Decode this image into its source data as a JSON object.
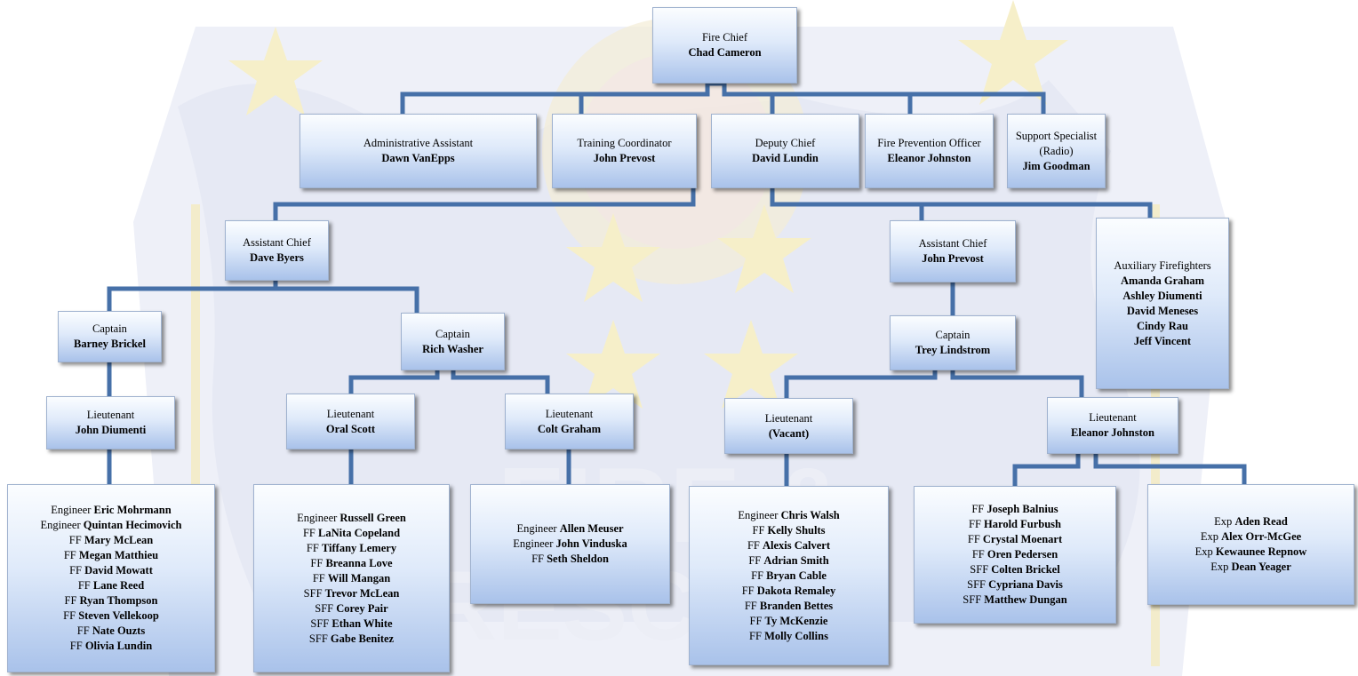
{
  "colors": {
    "connector": "#4670a8",
    "box_top": "#fbfdff",
    "box_bottom": "#a9c2ea"
  },
  "chief": {
    "title": "Fire Chief",
    "name": "Chad Cameron"
  },
  "staff": [
    {
      "title": "Administrative Assistant",
      "name": "Dawn VanEpps"
    },
    {
      "title": "Training Coordinator",
      "name": "John Prevost"
    },
    {
      "title": "Deputy Chief",
      "name": "David Lundin"
    },
    {
      "title": "Fire Prevention Officer",
      "name": "Eleanor Johnston"
    },
    {
      "title": "Support Specialist",
      "title2": "(Radio)",
      "name": "Jim Goodman"
    }
  ],
  "assistant_chiefs": [
    {
      "title": "Assistant Chief",
      "name": "Dave Byers"
    },
    {
      "title": "Assistant Chief",
      "name": "John Prevost"
    }
  ],
  "auxiliary": {
    "title": "Auxiliary Firefighters",
    "members": [
      "Amanda Graham",
      "Ashley Diumenti",
      "David Meneses",
      "Cindy Rau",
      "Jeff Vincent"
    ]
  },
  "captains": [
    {
      "title": "Captain",
      "name": "Barney Brickel"
    },
    {
      "title": "Captain",
      "name": "Rich Washer"
    },
    {
      "title": "Captain",
      "name": "Trey Lindstrom"
    }
  ],
  "lieutenants": [
    {
      "title": "Lieutenant",
      "name": "John Diumenti"
    },
    {
      "title": "Lieutenant",
      "name": "Oral Scott"
    },
    {
      "title": "Lieutenant",
      "name": "Colt Graham"
    },
    {
      "title": "Lieutenant",
      "name": "(Vacant)"
    },
    {
      "title": "Lieutenant",
      "name": "Eleanor Johnston"
    }
  ],
  "crews": [
    [
      {
        "rank": "Engineer",
        "name": "Eric Mohrmann"
      },
      {
        "rank": "Engineer",
        "name": "Quintan Hecimovich"
      },
      {
        "rank": "FF",
        "name": "Mary McLean"
      },
      {
        "rank": "FF",
        "name": "Megan Matthieu"
      },
      {
        "rank": "FF",
        "name": "David Mowatt"
      },
      {
        "rank": "FF",
        "name": "Lane Reed"
      },
      {
        "rank": "FF",
        "name": "Ryan Thompson"
      },
      {
        "rank": "FF",
        "name": "Steven Vellekoop"
      },
      {
        "rank": "FF",
        "name": "Nate Ouzts"
      },
      {
        "rank": "FF",
        "name": "Olivia Lundin"
      }
    ],
    [
      {
        "rank": "Engineer",
        "name": "Russell Green"
      },
      {
        "rank": "FF",
        "name": "LaNita Copeland"
      },
      {
        "rank": "FF",
        "name": "Tiffany Lemery"
      },
      {
        "rank": "FF",
        "name": "Breanna Love"
      },
      {
        "rank": "FF",
        "name": "Will Mangan"
      },
      {
        "rank": "SFF",
        "name": "Trevor McLean"
      },
      {
        "rank": "SFF",
        "name": "Corey Pair"
      },
      {
        "rank": "SFF",
        "name": "Ethan White"
      },
      {
        "rank": "SFF",
        "name": "Gabe Benitez"
      }
    ],
    [
      {
        "rank": "Engineer",
        "name": "Allen Meuser"
      },
      {
        "rank": "Engineer",
        "name": "John Vinduska"
      },
      {
        "rank": "FF",
        "name": "Seth Sheldon"
      }
    ],
    [
      {
        "rank": "Engineer",
        "name": "Chris Walsh"
      },
      {
        "rank": "FF",
        "name": "Kelly Shults"
      },
      {
        "rank": "FF",
        "name": "Alexis Calvert"
      },
      {
        "rank": "FF",
        "name": "Adrian Smith"
      },
      {
        "rank": "FF",
        "name": "Bryan Cable"
      },
      {
        "rank": "FF",
        "name": "Dakota Remaley"
      },
      {
        "rank": "FF",
        "name": "Branden Bettes"
      },
      {
        "rank": "FF",
        "name": "Ty McKenzie"
      },
      {
        "rank": "FF",
        "name": "Molly Collins"
      }
    ],
    [
      {
        "rank": "FF",
        "name": "Joseph Balnius"
      },
      {
        "rank": "FF",
        "name": "Harold Furbush"
      },
      {
        "rank": "FF",
        "name": "Crystal Moenart"
      },
      {
        "rank": "FF",
        "name": "Oren Pedersen"
      },
      {
        "rank": "SFF",
        "name": "Colten Brickel"
      },
      {
        "rank": "SFF",
        "name": "Cypriana Davis"
      },
      {
        "rank": "SFF",
        "name": "Matthew Dungan"
      }
    ],
    [
      {
        "rank": "Exp",
        "name": "Aden Read"
      },
      {
        "rank": "Exp",
        "name": "Alex Orr-McGee"
      },
      {
        "rank": "Exp",
        "name": "Kewaunee Repnow"
      },
      {
        "rank": "Exp",
        "name": "Dean Yeager"
      }
    ]
  ]
}
